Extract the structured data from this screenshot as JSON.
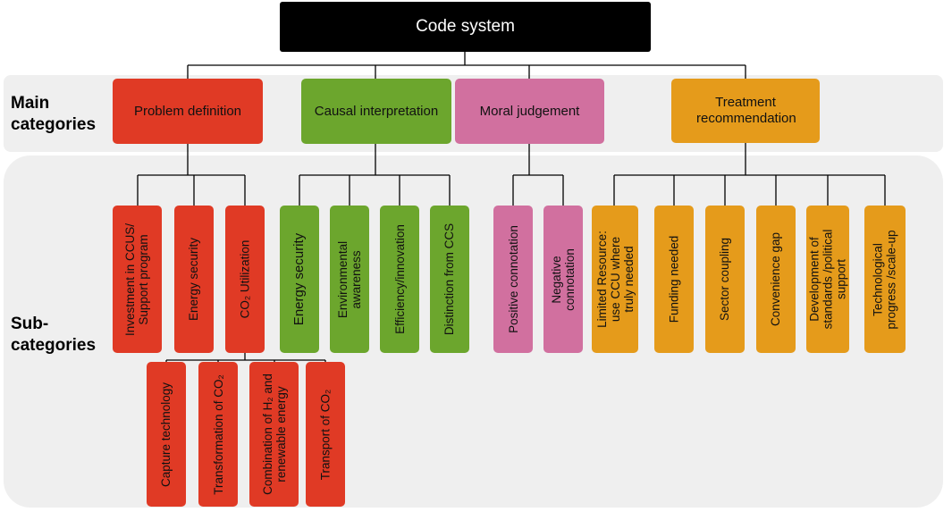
{
  "root": {
    "label": "Code system"
  },
  "row_labels": {
    "main": "Main\ncategories",
    "sub": "Sub-\ncategories"
  },
  "main_categories": [
    {
      "label": "Problem definition",
      "color": "#e03a25"
    },
    {
      "label": "Causal interpretation",
      "color": "#6ca62d"
    },
    {
      "label": "Moral judgement",
      "color": "#d1709f"
    },
    {
      "label": "Treatment recommendation",
      "color": "#e59b1b"
    }
  ],
  "sub_categories": {
    "problem_definition": [
      {
        "lines": [
          "Investment in CCUS/",
          "Support program"
        ]
      },
      {
        "lines": [
          "Energy security"
        ]
      },
      {
        "lines": [
          "CO₂ Utilization"
        ]
      }
    ],
    "co2_utilization": [
      {
        "lines": [
          "Capture technology"
        ]
      },
      {
        "lines": [
          "Transformation of CO₂"
        ]
      },
      {
        "lines": [
          "Combination of H₂ and",
          "renewable energy"
        ]
      },
      {
        "lines": [
          "Transport of CO₂"
        ]
      }
    ],
    "causal_interpretation": [
      {
        "lines": [
          "Energy security"
        ]
      },
      {
        "lines": [
          "Environmental",
          "awareness"
        ]
      },
      {
        "lines": [
          "Efficiency/innovation"
        ]
      },
      {
        "lines": [
          "Distinction from CCS"
        ]
      }
    ],
    "moral_judgement": [
      {
        "lines": [
          "Positive connotation"
        ]
      },
      {
        "lines": [
          "Negative",
          "connotation"
        ]
      }
    ],
    "treatment_recommendation": [
      {
        "lines": [
          "Limited Resource:",
          "use CCU where",
          "truly needed"
        ]
      },
      {
        "lines": [
          "Funding needed"
        ]
      },
      {
        "lines": [
          "Sector coupling"
        ]
      },
      {
        "lines": [
          "Convenience gap"
        ]
      },
      {
        "lines": [
          "Development of",
          "standards /political",
          "support"
        ]
      },
      {
        "lines": [
          "Technological",
          "progress /scale-up"
        ]
      }
    ]
  }
}
